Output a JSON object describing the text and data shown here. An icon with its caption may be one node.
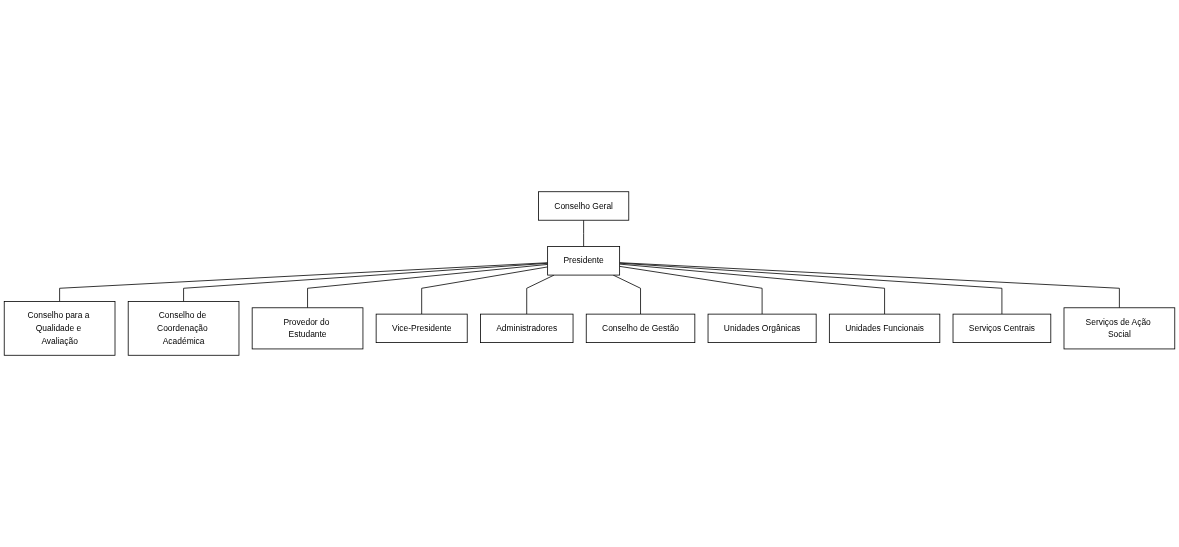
{
  "diagram": {
    "nodes": [
      {
        "text": [
          "Conselho Geral"
        ]
      },
      {
        "text": [
          "Presidente"
        ]
      },
      {
        "text": [
          "Vice-Presidente"
        ]
      },
      {
        "text": [
          "Serviços Centrais"
        ]
      },
      {
        "text": [
          "Serviços de Ação Social"
        ]
      },
      {
        "text": [
          "Administradores"
        ]
      },
      {
        "text": [
          "Conselho para a Qualidade e Avaliação"
        ]
      },
      {
        "text": [
          "Conselho de Coordenação Académica"
        ]
      },
      {
        "text": [
          "Provedor do Estudante"
        ]
      },
      {
        "text": [
          "Conselho de Gestão"
        ]
      },
      {
        "text": [
          "Unidades Orgânicas"
        ]
      },
      {
        "text": [
          "Unidades Funcionais"
        ]
      }
    ],
    "edges": [
      {
        "from": 0,
        "to": 1,
        "arrow": "none"
      },
      {
        "from": 1,
        "to": 6,
        "arrow": "none"
      },
      {
        "from": 1,
        "to": 7,
        "arrow": "none"
      },
      {
        "from": 1,
        "to": 8,
        "arrow": "none"
      },
      {
        "from": 1,
        "to": 2,
        "arrow": "none"
      },
      {
        "from": 1,
        "to": 5,
        "arrow": "none"
      },
      {
        "from": 1,
        "to": 9,
        "arrow": "none"
      },
      {
        "from": 1,
        "to": 10,
        "arrow": "none"
      },
      {
        "from": 1,
        "to": 11,
        "arrow": "none"
      },
      {
        "from": 1,
        "to": 3,
        "arrow": "none"
      },
      {
        "from": 1,
        "to": 4,
        "arrow": "none"
      }
    ]
  }
}
